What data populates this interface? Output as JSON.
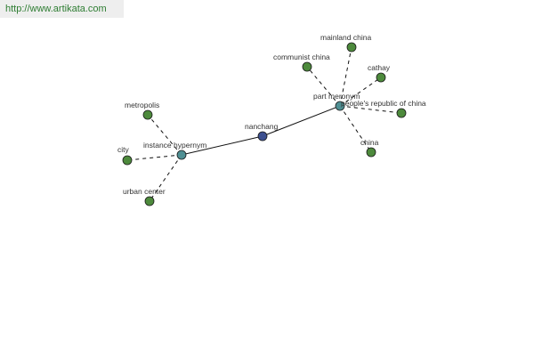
{
  "watermark": {
    "text": "http://www.artikata.com"
  },
  "colors": {
    "leaf": "#4d8a3c",
    "hub": "#4f8f93",
    "center": "#3c4f8f",
    "edge": "#111111"
  },
  "graph": {
    "nodes": [
      {
        "id": "nanchang",
        "label": "nanchang",
        "kind": "center"
      },
      {
        "id": "instance-hypernym",
        "label": "instance hypernym",
        "kind": "hub"
      },
      {
        "id": "part-meronym",
        "label": "part meronym",
        "kind": "hub"
      },
      {
        "id": "metropolis",
        "label": "metropolis",
        "kind": "leaf"
      },
      {
        "id": "city",
        "label": "city",
        "kind": "leaf"
      },
      {
        "id": "urban-center",
        "label": "urban center",
        "kind": "leaf"
      },
      {
        "id": "mainland-china",
        "label": "mainland china",
        "kind": "leaf"
      },
      {
        "id": "communist-china",
        "label": "communist china",
        "kind": "leaf"
      },
      {
        "id": "cathay",
        "label": "cathay",
        "kind": "leaf"
      },
      {
        "id": "peoples-republic-of-china",
        "label": "people's republic of china",
        "kind": "leaf"
      },
      {
        "id": "china",
        "label": "china",
        "kind": "leaf"
      }
    ],
    "edges": [
      {
        "from": "nanchang",
        "to": "instance-hypernym",
        "style": "solid"
      },
      {
        "from": "nanchang",
        "to": "part-meronym",
        "style": "solid"
      },
      {
        "from": "instance-hypernym",
        "to": "metropolis",
        "style": "dashed"
      },
      {
        "from": "instance-hypernym",
        "to": "city",
        "style": "dashed"
      },
      {
        "from": "instance-hypernym",
        "to": "urban-center",
        "style": "dashed"
      },
      {
        "from": "part-meronym",
        "to": "mainland-china",
        "style": "dashed"
      },
      {
        "from": "part-meronym",
        "to": "communist-china",
        "style": "dashed"
      },
      {
        "from": "part-meronym",
        "to": "cathay",
        "style": "dashed"
      },
      {
        "from": "part-meronym",
        "to": "peoples-republic-of-china",
        "style": "dashed"
      },
      {
        "from": "part-meronym",
        "to": "china",
        "style": "dashed"
      }
    ]
  }
}
